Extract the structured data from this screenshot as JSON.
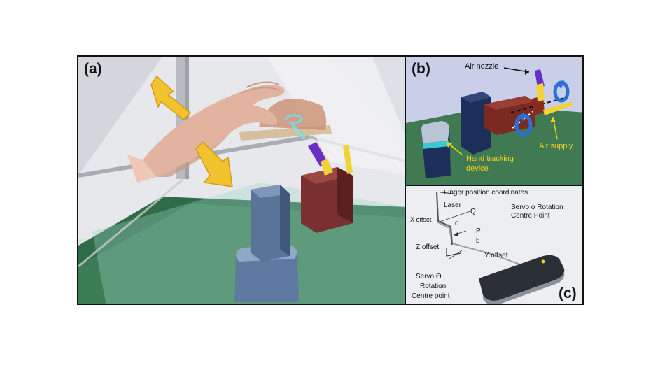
{
  "panel_a": {
    "label": "(a)"
  },
  "panel_b": {
    "label": "(b)",
    "air_nozzle": "Air nozzle",
    "hand_tracking_line1": "Hand tracking",
    "hand_tracking_line2": "device",
    "air_supply": "Air supply"
  },
  "panel_c": {
    "label": "(c)",
    "finger_position": "Finger position coordinates",
    "laser": "Laser",
    "q": "Q",
    "servo_phi_line1": "Servo ϕ Rotation",
    "servo_phi_line2": "Centre Point",
    "x_offset": "X offset",
    "c": "c",
    "p": "P",
    "b": "b",
    "z_offset": "Z offset",
    "y_offset": "Y offset",
    "servo_theta_line1": "Servo ϴ",
    "servo_theta_line2": "Rotation",
    "servo_theta_line3": "Centre point"
  },
  "colors": {
    "arrow_yellow": "#f2c230",
    "ground_green": "#3f7a52",
    "nozzle_purple": "#6a2ec4",
    "box_red": "#7a2a22",
    "box_navy": "#1d2e5a",
    "device_cyan": "#38c9d6"
  }
}
